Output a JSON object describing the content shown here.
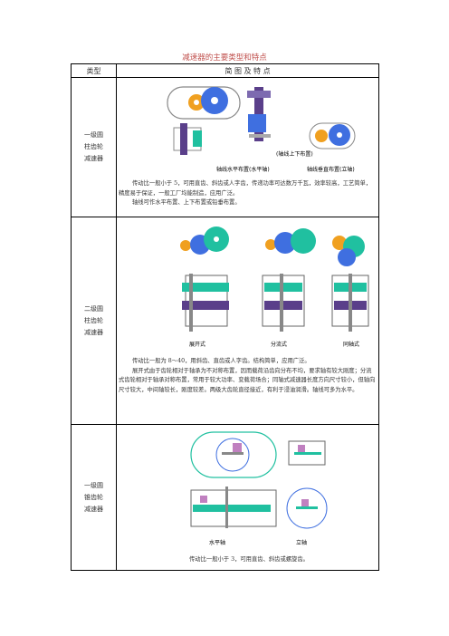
{
  "title": "减速器的主要类型和特点",
  "header": {
    "col1": "类型",
    "col2": "简 图 及 特 点"
  },
  "rows": [
    {
      "label": "一级圆\n柱齿轮\n减速器",
      "diagram_labels": [
        "(轴线上下布置)",
        "轴线水平布置(水平轴)",
        "轴线垂直布置(立轴)"
      ],
      "desc": [
        "传动比一般小于 5，可用直齿、斜齿或人字齿，传递功率可达数万千瓦，效率较高，工艺简单，精度易于保证，一般工厂均能制造，应用广泛。",
        "轴线可作水平布置、上下布置或铅垂布置。"
      ]
    },
    {
      "label": "二级圆\n柱齿轮\n减速器",
      "diagram_labels": [
        "展开式",
        "分流式",
        "同轴式"
      ],
      "desc": [
        "传动比一般为 8～40，用斜齿、直齿或人字齿。结构简单，应用广泛。",
        "展开式由于齿轮相对于轴承为不对称布置，因而载荷沿齿向分布不均，要求轴有较大刚度；分流式齿轮相对于轴承对称布置，常用于较大功率、变载荷场合；同轴式减速器长度方向尺寸较小，但轴向尺寸较大，中间轴较长，刚度较差。两级大齿轮直径接近，有利于浸油润滑。轴线可多为水平。"
      ]
    },
    {
      "label": "一级圆\n锥齿轮\n减速器",
      "diagram_labels": [
        "水平轴",
        "立轴"
      ],
      "desc": [
        "传动比一般小于 3，可用直齿、斜齿或螺旋齿。"
      ]
    }
  ],
  "colors": {
    "gear_blue": "#3f6fe0",
    "gear_orange": "#f0a020",
    "shaft_purple": "#5a3f8a",
    "teal": "#20c0a0",
    "title_red": "#c0504d"
  }
}
